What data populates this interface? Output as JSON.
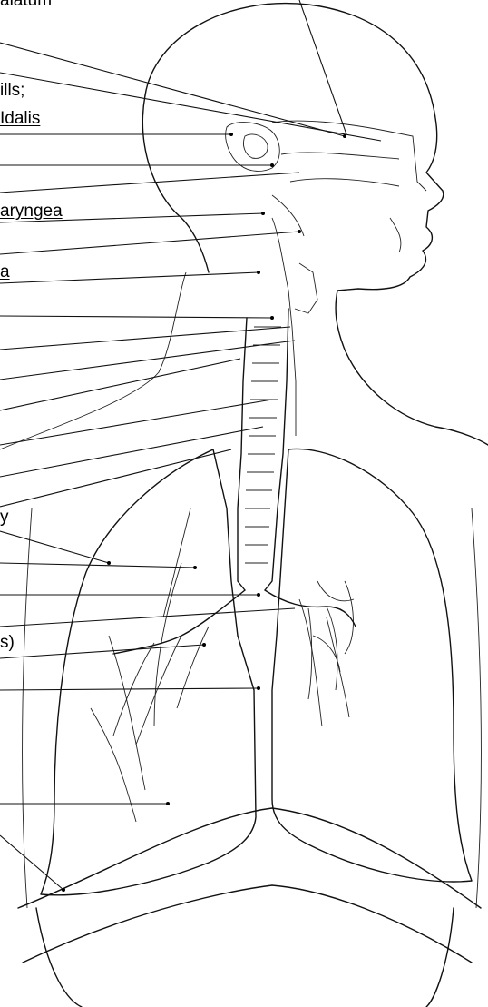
{
  "labels": {
    "l1": "alatum",
    "l2a": "ills;",
    "l2b": "Idalis",
    "l3": "aryngea",
    "l4": "a",
    "l5": "y",
    "l6": "s)"
  }
}
